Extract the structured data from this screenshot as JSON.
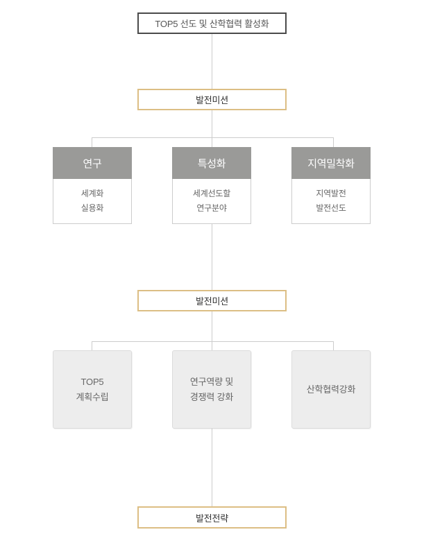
{
  "diagram": {
    "title_box": {
      "label": "TOP5 선도 및 산학협력 활성화"
    },
    "mission_top": {
      "label": "발전미션"
    },
    "mission_mid": {
      "label": "발전미션"
    },
    "strategy_banner": {
      "label": "발전전략"
    },
    "pillars": [
      {
        "title": "연구",
        "lines": [
          "세계화",
          "실용화"
        ]
      },
      {
        "title": "특성화",
        "lines": [
          "세계선도할",
          "연구분야"
        ]
      },
      {
        "title": "지역밀착화",
        "lines": [
          "지역발전",
          "발전선도"
        ]
      }
    ],
    "strategies": [
      {
        "lines": [
          "TOP5",
          "계획수립"
        ]
      },
      {
        "lines": [
          "연구역량 및",
          "경쟁력 강화"
        ]
      },
      {
        "lines": [
          "산학협력강화",
          ""
        ]
      }
    ],
    "colors": {
      "accent_gold": "#dcbe84",
      "header_gray": "#9a9a98",
      "line_gray": "#cccccc",
      "dark_border": "#4a4a4a",
      "graybox_bg": "#ededed",
      "background": "#ffffff"
    }
  }
}
